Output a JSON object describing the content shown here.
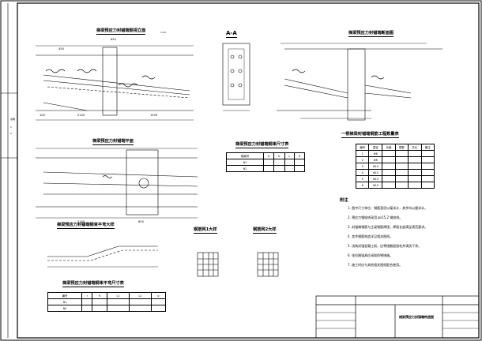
{
  "border_left": {
    "marks": [
      "说明",
      "1",
      "2"
    ]
  },
  "view_top_left": {
    "title": "梯梁预应力封锚端侧视立面",
    "scale": "1:20",
    "dims": [
      "650",
      "450",
      "100",
      "2100",
      "1500"
    ]
  },
  "view_section": {
    "title": "A-A"
  },
  "view_top_right": {
    "title": "梯梁预应力封锚端断面图"
  },
  "view_mid_left": {
    "title": "梯梁预应力封锚端平面",
    "dims": [
      "2100",
      "650"
    ]
  },
  "table_mid": {
    "title": "梯梁预应力封锚端钢束尺寸表",
    "headers": [
      "钢束号",
      "a",
      "b",
      "c",
      "d"
    ],
    "rows": [
      [
        "N1",
        "",
        "",
        "",
        ""
      ],
      [
        "N2",
        "",
        "",
        "",
        ""
      ]
    ]
  },
  "table_right": {
    "title": "一根梯梁封锚端钢筋工程数量表",
    "headers": [
      "编号",
      "直径",
      "长度",
      "根数",
      "共长",
      "备注"
    ],
    "rows": [
      [
        "1",
        "Φ8",
        "",
        "",
        "",
        ""
      ],
      [
        "2",
        "Φ8",
        "",
        "",
        "",
        ""
      ],
      [
        "3",
        "Φ10",
        "",
        "",
        "",
        ""
      ],
      [
        "4",
        "Φ10",
        "",
        "",
        "",
        ""
      ],
      [
        "5",
        "Φ10",
        "",
        "",
        "",
        ""
      ],
      [
        "6",
        "Φ10",
        "",
        "",
        "",
        ""
      ]
    ]
  },
  "detail_bottom_left": {
    "title": "梯梁预应力封锚端钢束平弯大样"
  },
  "detail_mesh_1": {
    "title": "钢筋网1大样"
  },
  "detail_mesh_2": {
    "title": "钢筋网2大样"
  },
  "table_bottom_left": {
    "title": "梯梁预应力封锚端钢束平弯尺寸表",
    "headers": [
      "编号",
      "r",
      "R",
      "L1",
      "L2",
      "α"
    ],
    "rows": [
      [
        "N1",
        "",
        "",
        "",
        "",
        ""
      ],
      [
        "N2",
        "",
        "",
        "",
        "",
        ""
      ]
    ]
  },
  "notes": {
    "heading": "附注",
    "items": [
      "1. 图中尺寸单位：钢筋直径以毫米计，其余均以厘米计。",
      "2. 预应力钢绞线采用 φs15.2 钢绞线。",
      "3. 封锚端钢筋与主梁钢筋焊接，焊接长度满足规范要求。",
      "4. 其余钢筋构造详见相关图纸。",
      "5. 浇筑封锚混凝土前，应将接触面凿毛并清洗干净。",
      "6. 张拉端锚具应采取防锈措施。",
      "7. 施工时应与其他相关图纸配合使用。"
    ]
  },
  "title_block": {
    "drawing_name": "梯梁预应力封锚端构造图"
  },
  "colors": {
    "line": "#000000",
    "paper": "#ffffff"
  }
}
